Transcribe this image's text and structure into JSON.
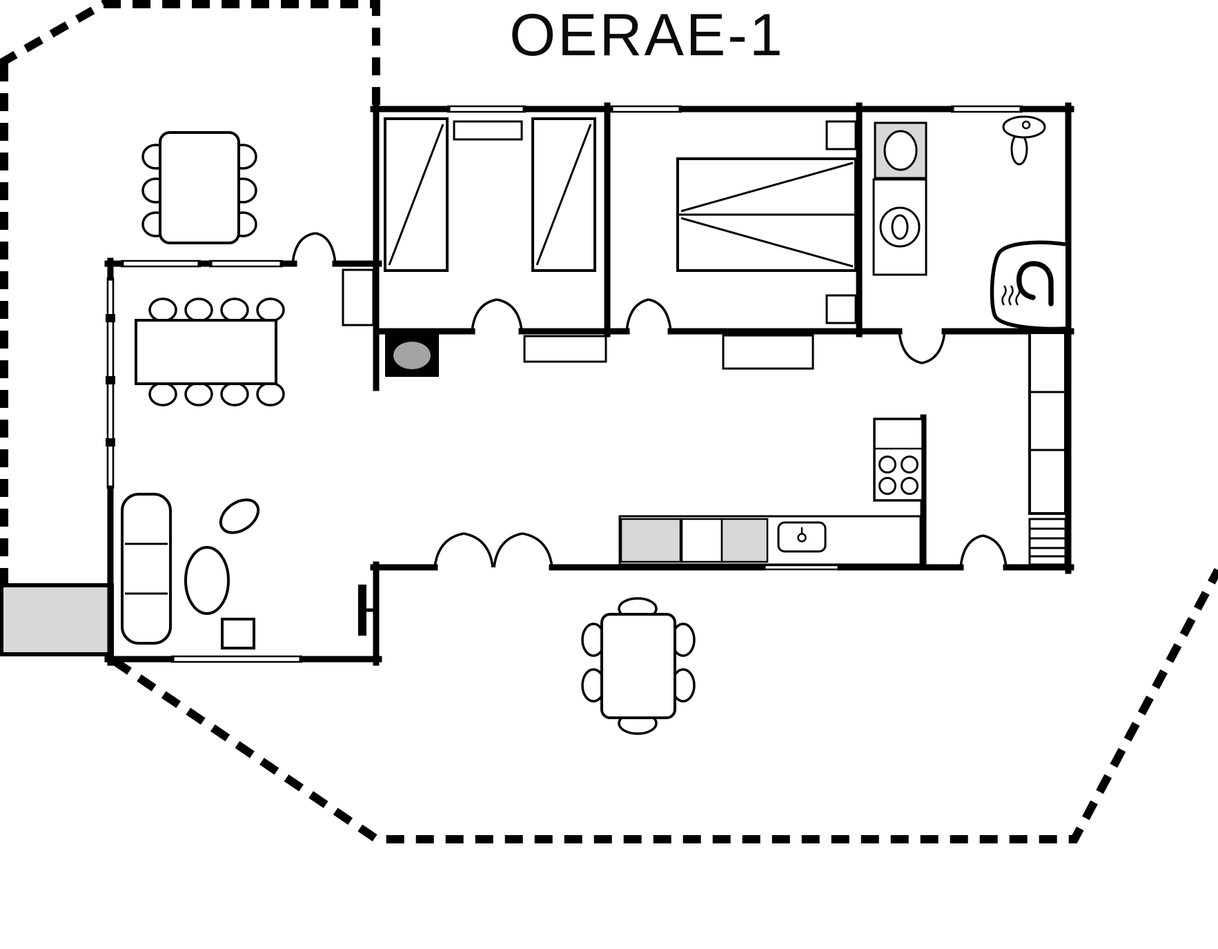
{
  "title": "OERAE-1",
  "colors": {
    "line": "#000000",
    "background": "#ffffff",
    "light_gray": "#d8d8d8",
    "mid_gray": "#a3a3a3"
  },
  "plan": {
    "type": "floor-plan",
    "rooms": [
      "deck",
      "living-room",
      "bedroom-1",
      "bedroom-2",
      "bathroom",
      "hall",
      "kitchen",
      "patio"
    ],
    "furniture": [
      "outdoor-dining-table-with-6-chairs",
      "dining-table-with-8-chairs",
      "sofa",
      "coffee-table",
      "ottoman",
      "side-table",
      "tv",
      "cabinet",
      "two-single-beds",
      "nightstand",
      "double-bed",
      "wood-stove",
      "hall-mat",
      "hall-table",
      "toilet",
      "washing-machine",
      "washbasin",
      "shower",
      "kitchen-hob",
      "kitchen-counter",
      "kitchen-sink",
      "refrigerator",
      "heater",
      "patio-table-with-6-chairs",
      "entrance-step"
    ]
  }
}
